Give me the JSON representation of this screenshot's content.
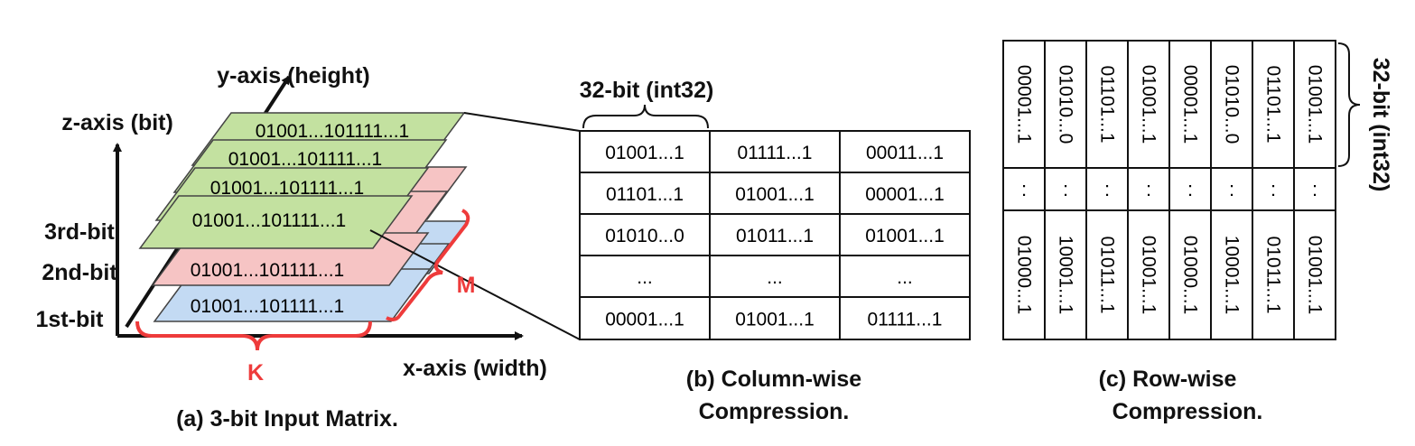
{
  "colors": {
    "green_fill": "#c3e1a0",
    "pink_fill": "#f6c4c4",
    "blue_fill": "#c3daf3",
    "brace_red": "#ee3b3b",
    "line": "#111111"
  },
  "panel_a": {
    "y_axis_label": "y-axis (height)",
    "z_axis_label": "z-axis (bit)",
    "x_axis_label": "x-axis (width)",
    "bit_labels": [
      "3rd-bit",
      "2nd-bit",
      "1st-bit"
    ],
    "layer_text": "01001...101111...1",
    "layers": [
      {
        "bit": "1st",
        "color": "blue_fill"
      },
      {
        "bit": "2nd",
        "color": "pink_fill"
      },
      {
        "bit": "3rd",
        "color": "green_fill"
      }
    ],
    "k_label": "K",
    "m_label": "M",
    "caption": "(a) 3-bit Input Matrix."
  },
  "panel_b": {
    "brace_label": "32-bit (int32)",
    "rows": [
      [
        "01001...1",
        "01111...1",
        "00011...1"
      ],
      [
        "01101...1",
        "01001...1",
        "00001...1"
      ],
      [
        "01010...0",
        "01011...1",
        "01001...1"
      ],
      [
        "...",
        "...",
        "..."
      ],
      [
        "00001...1",
        "01001...1",
        "01111...1"
      ]
    ],
    "caption_line1": "(b) Column-wise",
    "caption_line2": "Compression."
  },
  "panel_c": {
    "brace_label": "32-bit (int32)",
    "top_cells": [
      "00001...1",
      "01010...0",
      "01101...1",
      "01001...1",
      "00001...1",
      "01010...0",
      "01101...1",
      "01001...1"
    ],
    "middle_cells": [
      ":",
      ":",
      ":",
      ":",
      ":",
      ":",
      ":",
      ":"
    ],
    "bottom_cells": [
      "01000...1",
      "10001...1",
      "01011...1",
      "01001...1",
      "01000...1",
      "10001...1",
      "01011...1",
      "01001...1"
    ],
    "caption_line1": "(c) Row-wise",
    "caption_line2": "Compression."
  }
}
